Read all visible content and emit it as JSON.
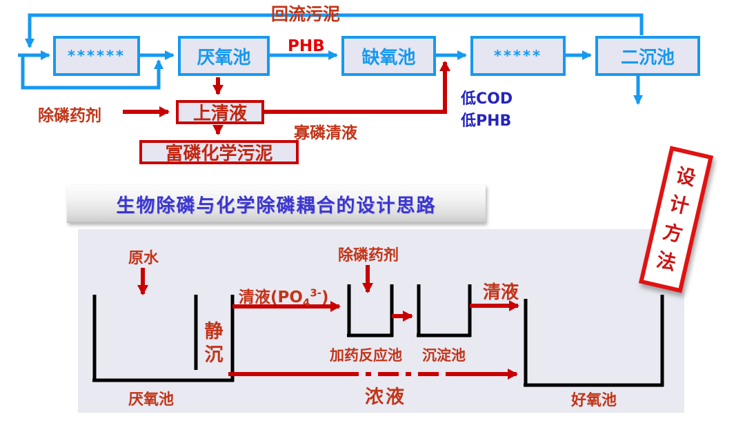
{
  "colors": {
    "flow_blue": "#1699F0",
    "box_fill": "#E6E5F2",
    "arrow_red": "#C80000",
    "label_red": "#C23418",
    "phb_red": "#E60000",
    "navy_blue": "#2424BE",
    "title_blue": "#3B36D0",
    "stamp_red": "#E01212",
    "panel_bg": "#E9E9F2",
    "tank_line": "#000000"
  },
  "top_flow": {
    "return_sludge_label": "回流污泥",
    "phb_label": "PHB",
    "boxes": [
      {
        "label": "******"
      },
      {
        "label": "厌氧池"
      },
      {
        "label": "缺氧池"
      },
      {
        "label": "*****"
      },
      {
        "label": "二沉池"
      }
    ],
    "dosing_agent_label": "除磷药剂",
    "supernatant_label": "上清液",
    "chem_sludge_label": "富磷化学污泥",
    "lean_phosphorus_label": "寡磷清液",
    "low_cod_label": "低COD",
    "low_phb_label": "低PHB"
  },
  "banner": {
    "title": "生物除磷与化学除磷耦合的设计思路"
  },
  "stamp": {
    "text": "设计方法"
  },
  "panel": {
    "raw_water_label": "原水",
    "clear_liquid_po4": {
      "prefix": "清液(PO",
      "sub": "4",
      "sup": "3-",
      "suffix": ")"
    },
    "static_settling_label": "静沉",
    "anaerobic_label": "厌氧池",
    "dosing_agent_label": "除磷药剂",
    "dosing_reaction_tank_label": "加药反应池",
    "sedimentation_tank_label": "沉淀池",
    "clear_liquid_label": "清液",
    "concentrate_label": "浓液",
    "aerobic_label": "好氧池"
  }
}
